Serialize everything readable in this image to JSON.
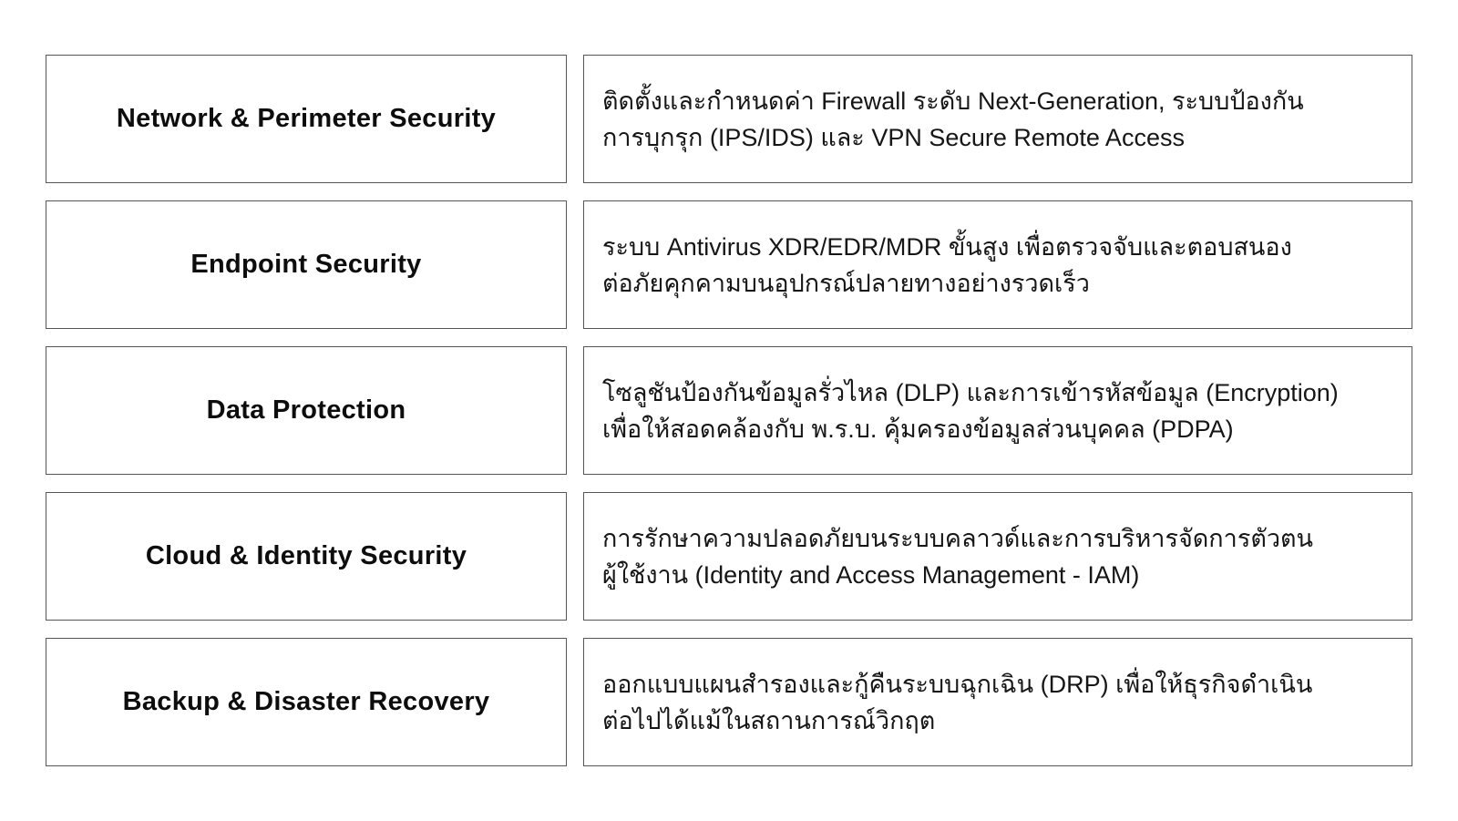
{
  "page": {
    "background_color": "#ffffff",
    "box_border_color": "#565656",
    "text_color": "#111111"
  },
  "table": {
    "rows": [
      {
        "title": "Network & Perimeter Security",
        "description": "ติดตั้งและกำหนดค่า Firewall ระดับ Next-Generation, ระบบป้องกัน\nการบุกรุก (IPS/IDS) และ VPN Secure Remote Access"
      },
      {
        "title": "Endpoint Security",
        "description": "ระบบ Antivirus XDR/EDR/MDR ขั้นสูง เพื่อตรวจจับและตอบสนอง\nต่อภัยคุกคามบนอุปกรณ์ปลายทางอย่างรวดเร็ว"
      },
      {
        "title": "Data Protection",
        "description": "โซลูชันป้องกันข้อมูลรั่วไหล (DLP) และการเข้ารหัสข้อมูล (Encryption)\nเพื่อให้สอดคล้องกับ พ.ร.บ. คุ้มครองข้อมูลส่วนบุคคล (PDPA)"
      },
      {
        "title": "Cloud & Identity Security",
        "description": "การรักษาความปลอดภัยบนระบบคลาวด์และการบริหารจัดการตัวตน\nผู้ใช้งาน (Identity and Access Management - IAM)"
      },
      {
        "title": "Backup & Disaster Recovery",
        "description": "ออกแบบแผนสำรองและกู้คืนระบบฉุกเฉิน (DRP) เพื่อให้ธุรกิจดำเนิน\nต่อไปได้แม้ในสถานการณ์วิกฤต"
      }
    ]
  }
}
